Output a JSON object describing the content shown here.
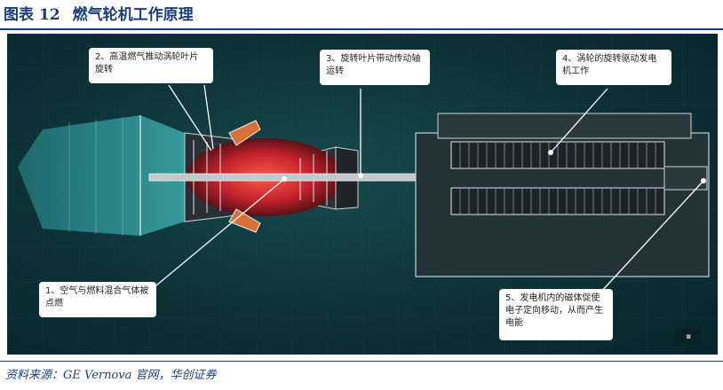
{
  "header": {
    "label": "图表",
    "number": "12",
    "title": "燃气轮机工作原理"
  },
  "callouts": [
    {
      "text": "2、高温燃气推动涡轮叶片旋转"
    },
    {
      "text": "3、旋转叶片带动传动轴运转"
    },
    {
      "text": "4、涡轮的旋转驱动发电机工作"
    },
    {
      "text": "1、空气与燃料混合气体被点燃"
    },
    {
      "text": "5、发电机内的磁体促使电子定向移动，从而产生电能"
    }
  ],
  "footer": {
    "source": "资料来源：GE Vernova 官网，华创证券"
  },
  "colors": {
    "title": "#1a3f78",
    "panel": "#0d3236",
    "turbine": "#2c8f93",
    "flame": "#e0303a",
    "generator": "#2a3a3f"
  },
  "icons": {
    "corner": "fullscreen-icon"
  }
}
